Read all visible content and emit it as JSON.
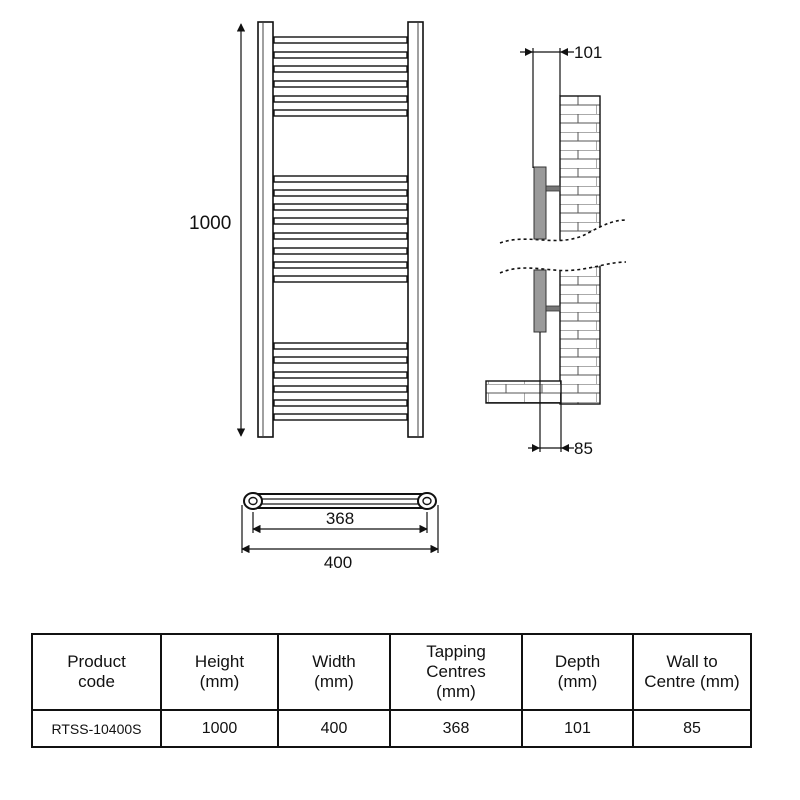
{
  "drawing": {
    "height_label": "1000",
    "depth_label": "101",
    "wall_to_centre_label": "85",
    "tapping_label": "368",
    "width_label": "400"
  },
  "table": {
    "headers": [
      "Product\ncode",
      "Height\n(mm)",
      "Width\n(mm)",
      "Tapping\nCentres\n(mm)",
      "Depth\n(mm)",
      "Wall to\nCentre (mm)"
    ],
    "row": [
      "RTSS-10400S",
      "1000",
      "400",
      "368",
      "101",
      "85"
    ]
  }
}
